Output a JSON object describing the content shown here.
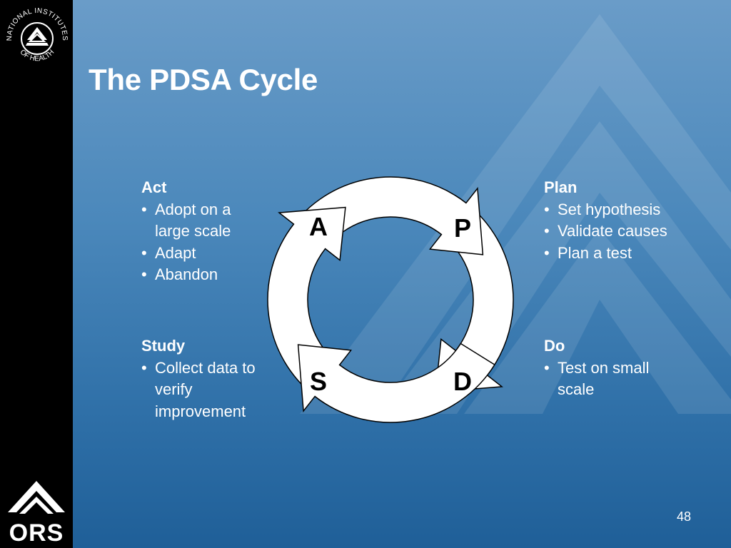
{
  "slide": {
    "title": "The PDSA Cycle",
    "page_number": "48"
  },
  "logos": {
    "top": "NATIONAL INSTITUTES OF HEALTH",
    "bottom": "ORS"
  },
  "cycle": {
    "letters": {
      "plan": "P",
      "do": "D",
      "study": "S",
      "act": "A"
    }
  },
  "blocks": {
    "act": {
      "heading": "Act",
      "bullets": [
        "Adopt on a large scale",
        "Adapt",
        "Abandon"
      ]
    },
    "plan": {
      "heading": "Plan",
      "bullets": [
        "Set hypothesis",
        "Validate causes",
        "Plan a test"
      ]
    },
    "study": {
      "heading": "Study",
      "bullets": [
        "Collect data to verify improvement"
      ]
    },
    "do": {
      "heading": "Do",
      "bullets": [
        "Test on small scale"
      ]
    }
  },
  "colors": {
    "sidebar": "#000000",
    "background_top": "#6a9cc8",
    "background_bottom": "#1f5f98",
    "text": "#ffffff",
    "arrow_fill": "#ffffff",
    "arrow_stroke": "#000000"
  }
}
